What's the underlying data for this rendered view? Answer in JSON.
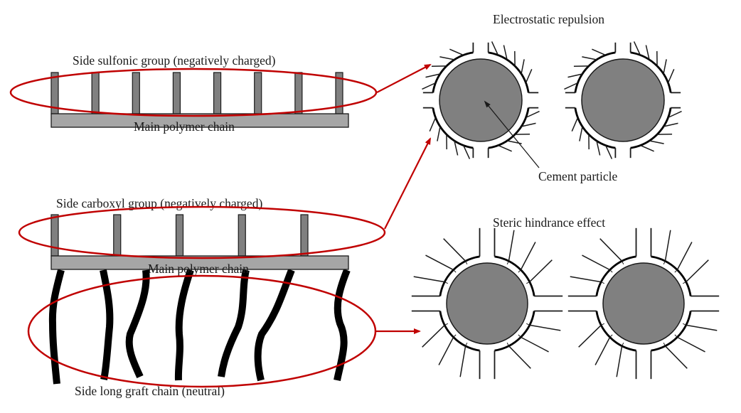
{
  "labels": {
    "sulfonic_group": "Side sulfonic group (negatively charged)",
    "main_chain_top": "Main polymer chain",
    "carboxyl_group": "Side carboxyl group (negatively charged)",
    "main_chain_bottom": "Main polymer chain",
    "graft_chain": "Side long graft chain (neutral)",
    "electrostatic_title": "Electrostatic repulsion",
    "cement_particle": "Cement particle",
    "steric_title": "Steric hindrance effect"
  },
  "structures": {
    "sulfonic_chain": {
      "side_group_count": 8
    },
    "carboxyl_chain": {
      "side_group_count": 5,
      "graft_chain_count": 7
    }
  },
  "particles": {
    "electrostatic_count": 2,
    "steric_count": 2
  },
  "colors": {
    "highlight_red": "#c00000",
    "particle_fill": "#808080",
    "chain_fill": "#a6a6a6",
    "side_group_fill": "#808080",
    "line": "#1a1a1a"
  }
}
